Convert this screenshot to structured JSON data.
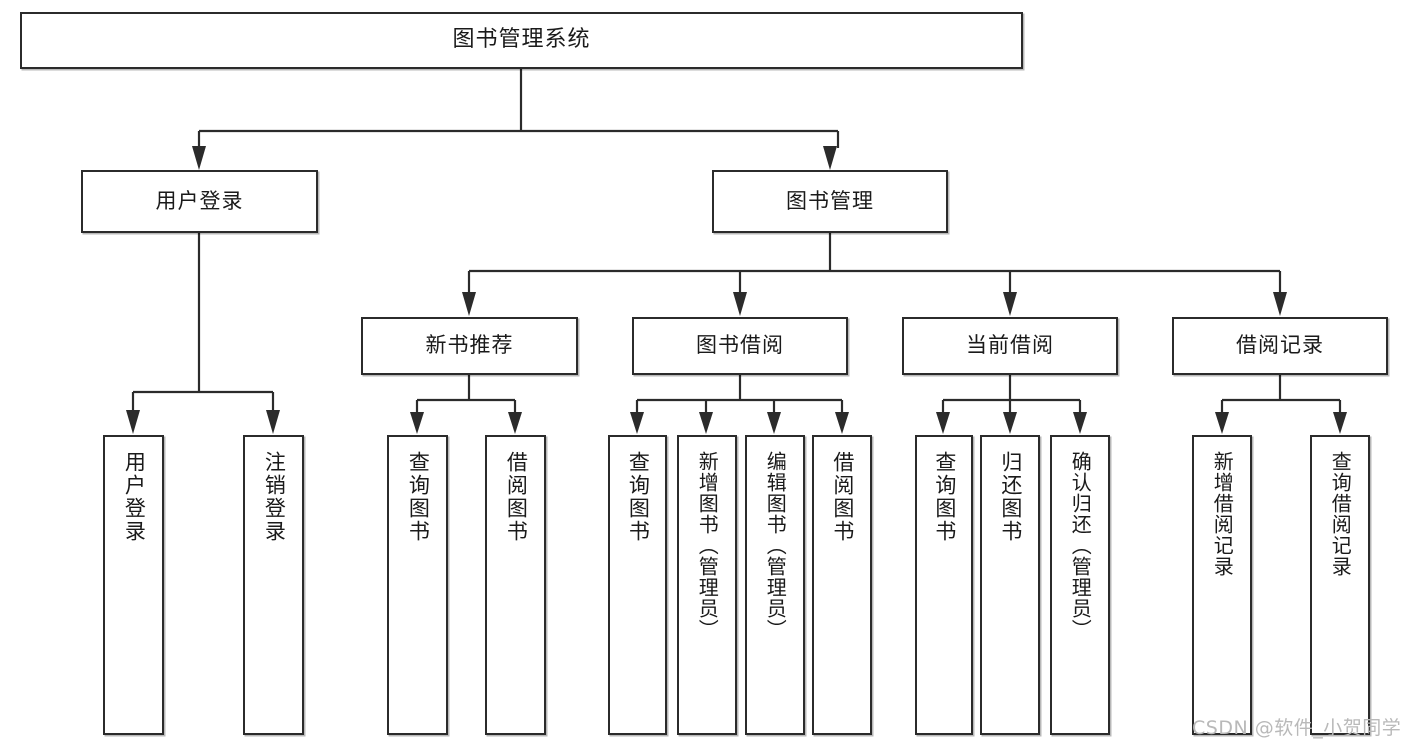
{
  "diagram": {
    "title": "图书管理系统",
    "root": {
      "label": "图书管理系统"
    },
    "level1": [
      {
        "label": "用户登录"
      },
      {
        "label": "图书管理"
      }
    ],
    "level2": [
      {
        "label": "新书推荐"
      },
      {
        "label": "图书借阅"
      },
      {
        "label": "当前借阅"
      },
      {
        "label": "借阅记录"
      }
    ],
    "leaves": {
      "user_login": [
        {
          "label": "用户登录"
        },
        {
          "label": "注销登录"
        }
      ],
      "new_book_recommend": [
        {
          "label": "查询图书"
        },
        {
          "label": "借阅图书"
        }
      ],
      "book_borrow": [
        {
          "label": "查询图书"
        },
        {
          "label": "新增图书（管理员）"
        },
        {
          "label": "编辑图书（管理员）"
        },
        {
          "label": "借阅图书"
        }
      ],
      "current_borrow": [
        {
          "label": "查询图书"
        },
        {
          "label": "归还图书"
        },
        {
          "label": "确认归还（管理员）"
        }
      ],
      "borrow_record": [
        {
          "label": "新增借阅记录"
        },
        {
          "label": "查询借阅记录"
        }
      ]
    }
  },
  "watermark": {
    "text": "CSDN @软件_小贺同学"
  },
  "colors": {
    "border": "#2b2b2b",
    "background": "#ffffff",
    "text": "#1a1a1a",
    "watermark": "#b9b9b9"
  }
}
